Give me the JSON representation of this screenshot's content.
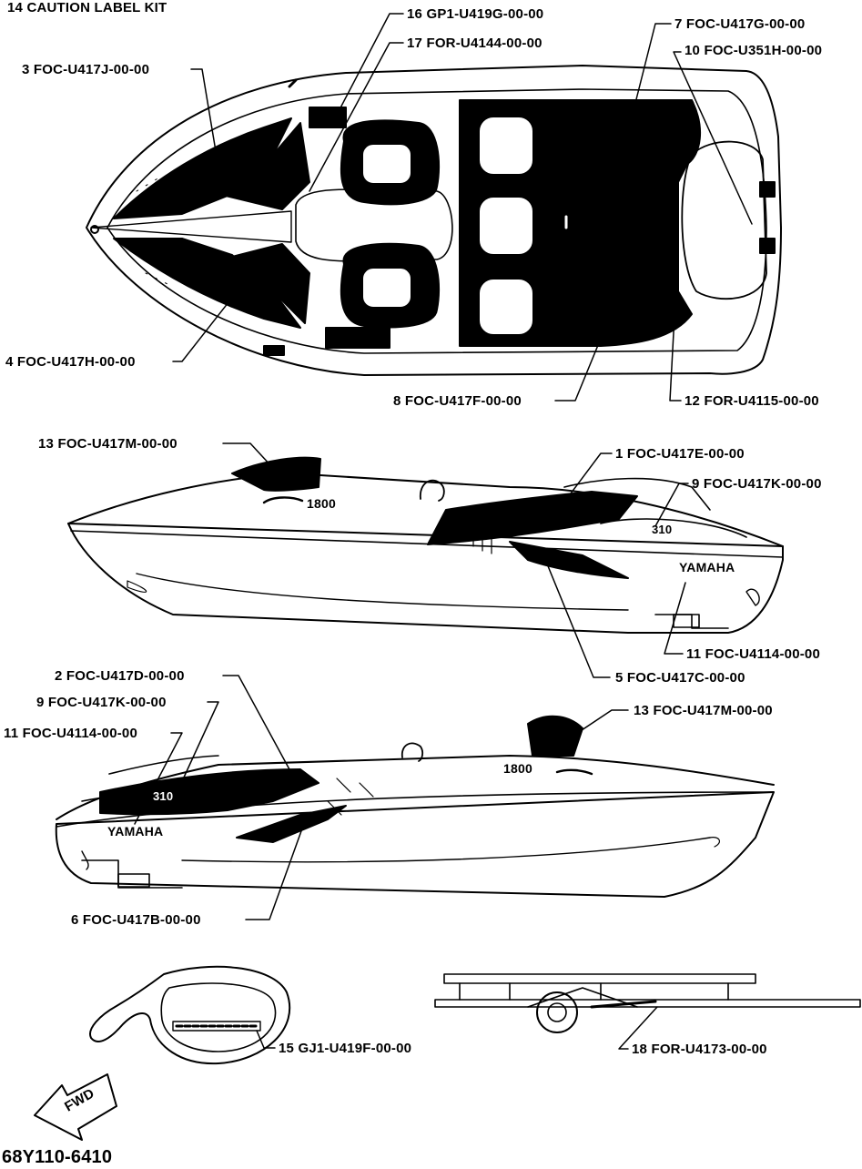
{
  "kit_title": "14  CAUTION LABEL KIT",
  "callouts": [
    {
      "id": "c16",
      "text": "16  GP1-U419G-00-00"
    },
    {
      "id": "c17",
      "text": "17  FOR-U4144-00-00"
    },
    {
      "id": "c7",
      "text": "7  FOC-U417G-00-00"
    },
    {
      "id": "c10",
      "text": "10  FOC-U351H-00-00"
    },
    {
      "id": "c3",
      "text": "3  FOC-U417J-00-00"
    },
    {
      "id": "c4",
      "text": "4  FOC-U417H-00-00"
    },
    {
      "id": "c8",
      "text": "8  FOC-U417F-00-00"
    },
    {
      "id": "c12",
      "text": "12  FOR-U4115-00-00"
    },
    {
      "id": "c13a",
      "text": "13  FOC-U417M-00-00"
    },
    {
      "id": "c1",
      "text": "1  FOC-U417E-00-00"
    },
    {
      "id": "c9a",
      "text": "9  FOC-U417K-00-00"
    },
    {
      "id": "c11a",
      "text": "11  FOC-U4114-00-00"
    },
    {
      "id": "c5",
      "text": "5  FOC-U417C-00-00"
    },
    {
      "id": "c2",
      "text": "2  FOC-U417D-00-00"
    },
    {
      "id": "c9b",
      "text": "9  FOC-U417K-00-00"
    },
    {
      "id": "c11b",
      "text": "11  FOC-U4114-00-00"
    },
    {
      "id": "c13b",
      "text": "13  FOC-U417M-00-00"
    },
    {
      "id": "c6",
      "text": "6  FOC-U417B-00-00"
    },
    {
      "id": "c15",
      "text": "15  GJ1-U419F-00-00"
    },
    {
      "id": "c18",
      "text": "18  FOR-U4173-00-00"
    }
  ],
  "hull_marks": {
    "model_number": "1800",
    "engine_badge": "310",
    "brand": "YAMAHA"
  },
  "fwd_arrow_text": "FWD",
  "diagram_code": "68Y110-6410"
}
